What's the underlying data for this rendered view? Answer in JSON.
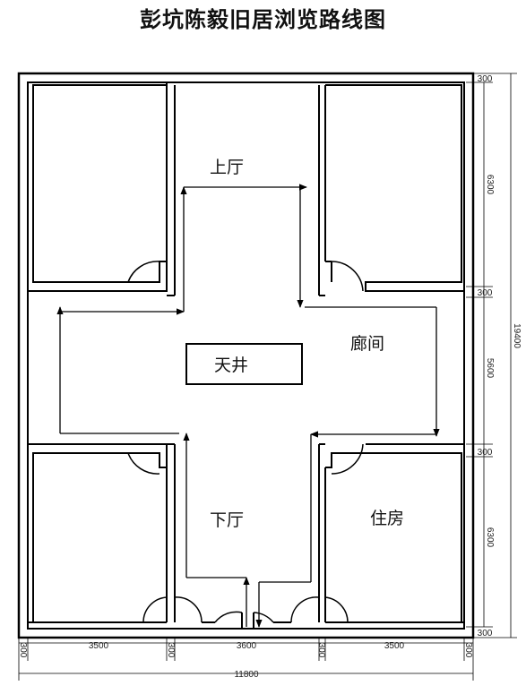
{
  "title": "彭坑陈毅旧居浏览路线图",
  "rooms": {
    "upper_hall": "上厅",
    "courtyard": "天井",
    "corridor": "廊间",
    "lower_hall": "下厅",
    "residence": "住房"
  },
  "dimensions": {
    "right_top_wall": "300",
    "right_upper_room": "6300",
    "right_mid_wall1": "300",
    "right_corridor": "5600",
    "right_mid_wall2": "300",
    "right_lower_room": "6300",
    "right_bottom_wall": "300",
    "right_total": "19400",
    "bottom_left_wall": "300",
    "bottom_left_room": "3500",
    "bottom_mid_wall1": "300",
    "bottom_center": "3600",
    "bottom_mid_wall2": "300",
    "bottom_right_room": "3500",
    "bottom_right_wall": "300",
    "bottom_total": "11800"
  }
}
